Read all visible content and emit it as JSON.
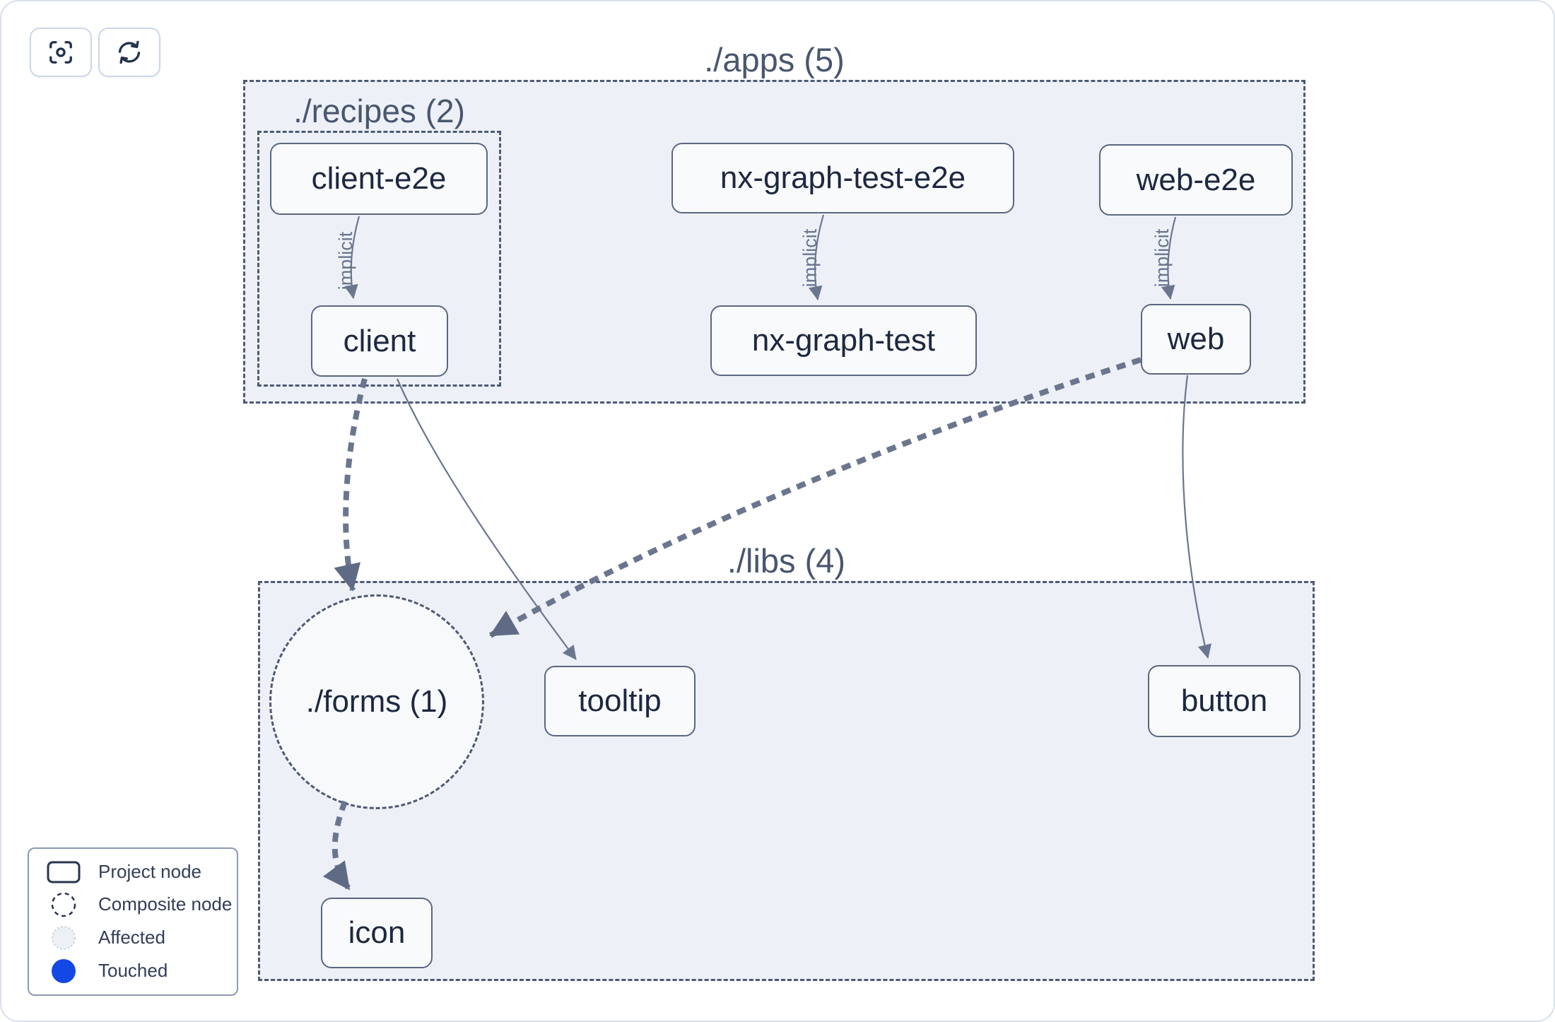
{
  "toolbar": {
    "buttons": [
      {
        "icon": "focus-icon"
      },
      {
        "icon": "refresh-icon"
      }
    ]
  },
  "graph": {
    "groups": [
      {
        "id": "apps",
        "label": "./apps (5)"
      },
      {
        "id": "recipes",
        "label": "./recipes (2)"
      },
      {
        "id": "libs",
        "label": "./libs (4)"
      }
    ],
    "composite_nodes": [
      {
        "id": "forms",
        "label": "./forms (1)"
      }
    ],
    "nodes": [
      {
        "id": "client-e2e",
        "label": "client-e2e"
      },
      {
        "id": "client",
        "label": "client"
      },
      {
        "id": "nx-graph-test-e2e",
        "label": "nx-graph-test-e2e"
      },
      {
        "id": "nx-graph-test",
        "label": "nx-graph-test"
      },
      {
        "id": "web-e2e",
        "label": "web-e2e"
      },
      {
        "id": "web",
        "label": "web"
      },
      {
        "id": "tooltip",
        "label": "tooltip"
      },
      {
        "id": "button",
        "label": "button"
      },
      {
        "id": "icon",
        "label": "icon"
      }
    ],
    "edges": [
      {
        "from": "client-e2e",
        "to": "client",
        "type": "implicit",
        "label": "implicit"
      },
      {
        "from": "nx-graph-test-e2e",
        "to": "nx-graph-test",
        "type": "implicit",
        "label": "implicit"
      },
      {
        "from": "web-e2e",
        "to": "web",
        "type": "implicit",
        "label": "implicit"
      },
      {
        "from": "client",
        "to": "./forms (1)",
        "type": "dependency-dashed",
        "label": ""
      },
      {
        "from": "client",
        "to": "tooltip",
        "type": "dependency",
        "label": ""
      },
      {
        "from": "web",
        "to": "./forms (1)",
        "type": "dependency-dashed",
        "label": ""
      },
      {
        "from": "web",
        "to": "button",
        "type": "dependency",
        "label": ""
      },
      {
        "from": "./forms (1)",
        "to": "icon",
        "type": "dependency-dashed",
        "label": ""
      }
    ]
  },
  "legend": {
    "items": [
      {
        "icon": "project-node-icon",
        "label": "Project node"
      },
      {
        "icon": "composite-node-icon",
        "label": "Composite node"
      },
      {
        "icon": "affected-icon",
        "label": "Affected"
      },
      {
        "icon": "touched-icon",
        "label": "Touched"
      }
    ]
  },
  "colors": {
    "touched": "#1348e4",
    "affected_fill": "#edf0f5",
    "affected_stroke": "#cad1dd",
    "group_fill": "#edf1f7",
    "group_border": "#4e5a74",
    "node_fill": "#f9fafb",
    "node_border": "#5b6780",
    "node_text": "#1d2840",
    "edge": "#6b768e",
    "group_title": "#49566e",
    "legend_text": "#323e58"
  }
}
